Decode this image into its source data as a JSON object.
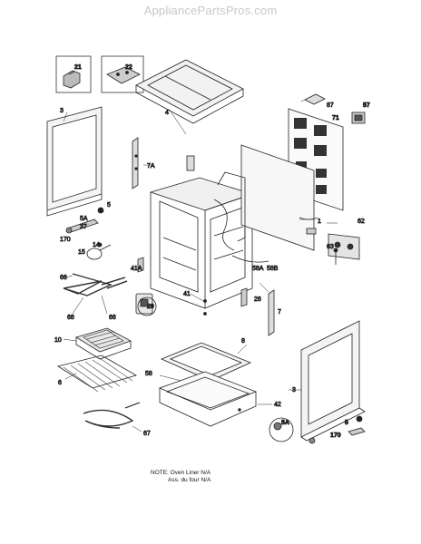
{
  "watermark": "AppliancePartsPros.com",
  "note": {
    "line1": "NOTE: Oven Liner N/A",
    "line2": "Ass. du four N/A"
  },
  "labels": {
    "l21": "21",
    "l22": "22",
    "l4": "4",
    "l87": "87",
    "l57": "57",
    "l71": "71",
    "l3a": "3",
    "l7A": "7A",
    "l5a": "5",
    "l5Aa": "5A",
    "l37": "37",
    "l170a": "170",
    "l14": "14",
    "l15": "15",
    "l41A": "41A",
    "l1": "1",
    "l62": "62",
    "l63": "63",
    "l58A": "58A",
    "l58B": "58B",
    "l66a": "66",
    "l66b": "66",
    "l68": "68",
    "l41": "41",
    "l26": "26",
    "l7": "7",
    "l29": "29",
    "l10": "10",
    "l6": "6",
    "l8": "8",
    "l58": "58",
    "l42": "42",
    "l67": "67",
    "l3b": "3",
    "l5Ab": "5A",
    "l5b": "5",
    "l170b": "170"
  }
}
